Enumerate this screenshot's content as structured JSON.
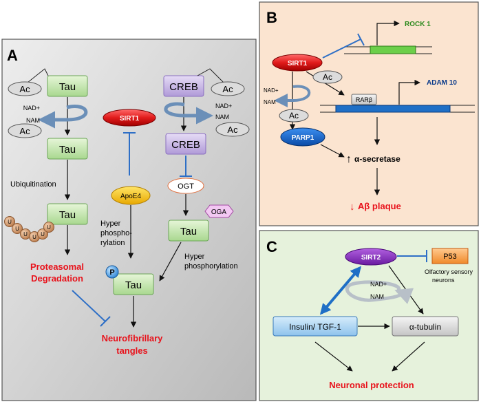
{
  "panel_a": {
    "letter": "A",
    "tau_top": "Tau",
    "ac_1": "Ac",
    "nad_plus": "NAD+",
    "nam": "NAM",
    "ac_2": "Ac",
    "tau_mid": "Tau",
    "ubiquitination": "Ubiquitination",
    "tau_ub": "Tau",
    "ub_unit": "U",
    "proteasomal": "Proteasomal",
    "degradation": "Degradation",
    "sirt1": "SIRT1",
    "apoe4": "ApoE4",
    "hyper_phospho": [
      "Hyper",
      "phospho-",
      "rylation"
    ],
    "p_badge": "P",
    "tau_p": "Tau",
    "creb_top": "CREB",
    "ac_3": "Ac",
    "nad_plus_2": "NAD+",
    "nam_2": "NAM",
    "ac_4": "Ac",
    "creb_mid": "CREB",
    "ogt": "OGT",
    "tau_oga": "Tau",
    "oga": "OGA",
    "hyper_phospho_2": [
      "Hyper",
      "phosphorylation"
    ],
    "nft": [
      "Neurofibrillary",
      "tangles"
    ]
  },
  "panel_b": {
    "letter": "B",
    "rock1": "ROCK 1",
    "sirt1": "SIRT1",
    "ac_1": "Ac",
    "nad_plus": "NAD+",
    "nam": "NAM",
    "ac_2": "Ac",
    "rarb": "RARβ",
    "adam10": "ADAM 10",
    "parp1": "PARP1",
    "alpha_secretase": "α-secretase",
    "up_arrow": "↑",
    "down_arrow": "↓",
    "abeta": "Aβ plaque"
  },
  "panel_c": {
    "letter": "C",
    "sirt2": "SIRT2",
    "p53": "P53",
    "olfactory": [
      "Olfactory sensory",
      "neurons"
    ],
    "nad_plus": "NAD+",
    "nam": "NAM",
    "insulin": "Insulin/ TGF-1",
    "tubulin": "α-tubulin",
    "neuronal_protection": "Neuronal protection"
  },
  "colors": {
    "panel_a_bg": "#d6d6d6",
    "panel_b_bg": "#fbe4d0",
    "panel_c_bg": "#e6f2dc",
    "red_text": "#e8121b",
    "green_box": "#c6e7b2",
    "purple_box": "#c8b8e6",
    "inhibit_blue": "#2e6fc6"
  }
}
